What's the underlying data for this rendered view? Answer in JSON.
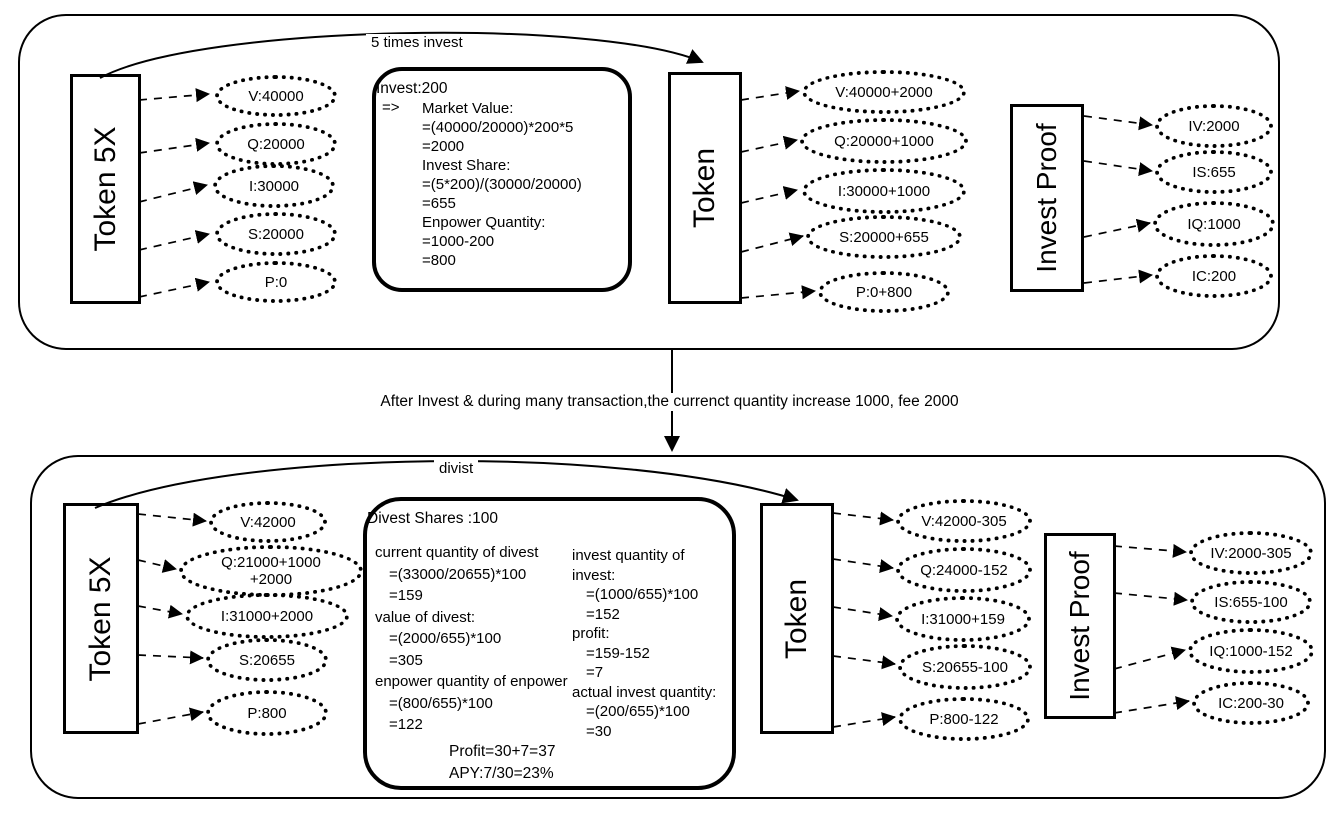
{
  "transition_text": "After Invest & during many transaction,the currenct quantity increase 1000, fee 2000",
  "top_panel": {
    "invest_arrow_label": "5 times invest",
    "token5x": {
      "title": "Token 5X",
      "nodes": [
        "V:40000",
        "Q:20000",
        "I:30000",
        "S:20000",
        "P:0"
      ]
    },
    "calc": {
      "title": "Invest:200",
      "arrow": "=>",
      "lines": [
        "Market Value:",
        "=(40000/20000)*200*5",
        "=2000",
        "Invest Share:",
        "=(5*200)/(30000/20000)",
        "=655",
        "Enpower Quantity:",
        "=1000-200",
        "=800"
      ]
    },
    "token": {
      "title": "Token",
      "nodes": [
        "V:40000+2000",
        "Q:20000+1000",
        "I:30000+1000",
        "S:20000+655",
        "P:0+800"
      ]
    },
    "invest_proof": {
      "title": "Invest Proof",
      "nodes": [
        "IV:2000",
        "IS:655",
        "IQ:1000",
        "IC:200"
      ]
    }
  },
  "bottom_panel": {
    "divest_arrow_label": "divist",
    "token5x": {
      "title": "Token 5X",
      "nodes": [
        "V:42000",
        "Q:21000+1000\n+2000",
        "I:31000+2000",
        "S:20655",
        "P:800"
      ]
    },
    "calc": {
      "title": "Divest Shares :100",
      "left_lines": [
        "current quantity of divest",
        "=(33000/20655)*100",
        "=159",
        "value of divest:",
        "=(2000/655)*100",
        "=305",
        "enpower quantity of enpower",
        "=(800/655)*100",
        "=122"
      ],
      "right_lines": [
        "invest quantity of",
        "invest:",
        "=(1000/655)*100",
        "=152",
        "profit:",
        "=159-152",
        "=7",
        "actual invest quantity:",
        "=(200/655)*100",
        "=30"
      ],
      "footer_lines": [
        "Profit=30+7=37",
        "APY:7/30=23%"
      ]
    },
    "token": {
      "title": "Token",
      "nodes": [
        "V:42000-305",
        "Q:24000-152",
        "I:31000+159",
        "S:20655-100",
        "P:800-122"
      ]
    },
    "invest_proof": {
      "title": "Invest Proof",
      "nodes": [
        "IV:2000-305",
        "IS:655-100",
        "IQ:1000-152",
        "IC:200-30"
      ]
    }
  }
}
